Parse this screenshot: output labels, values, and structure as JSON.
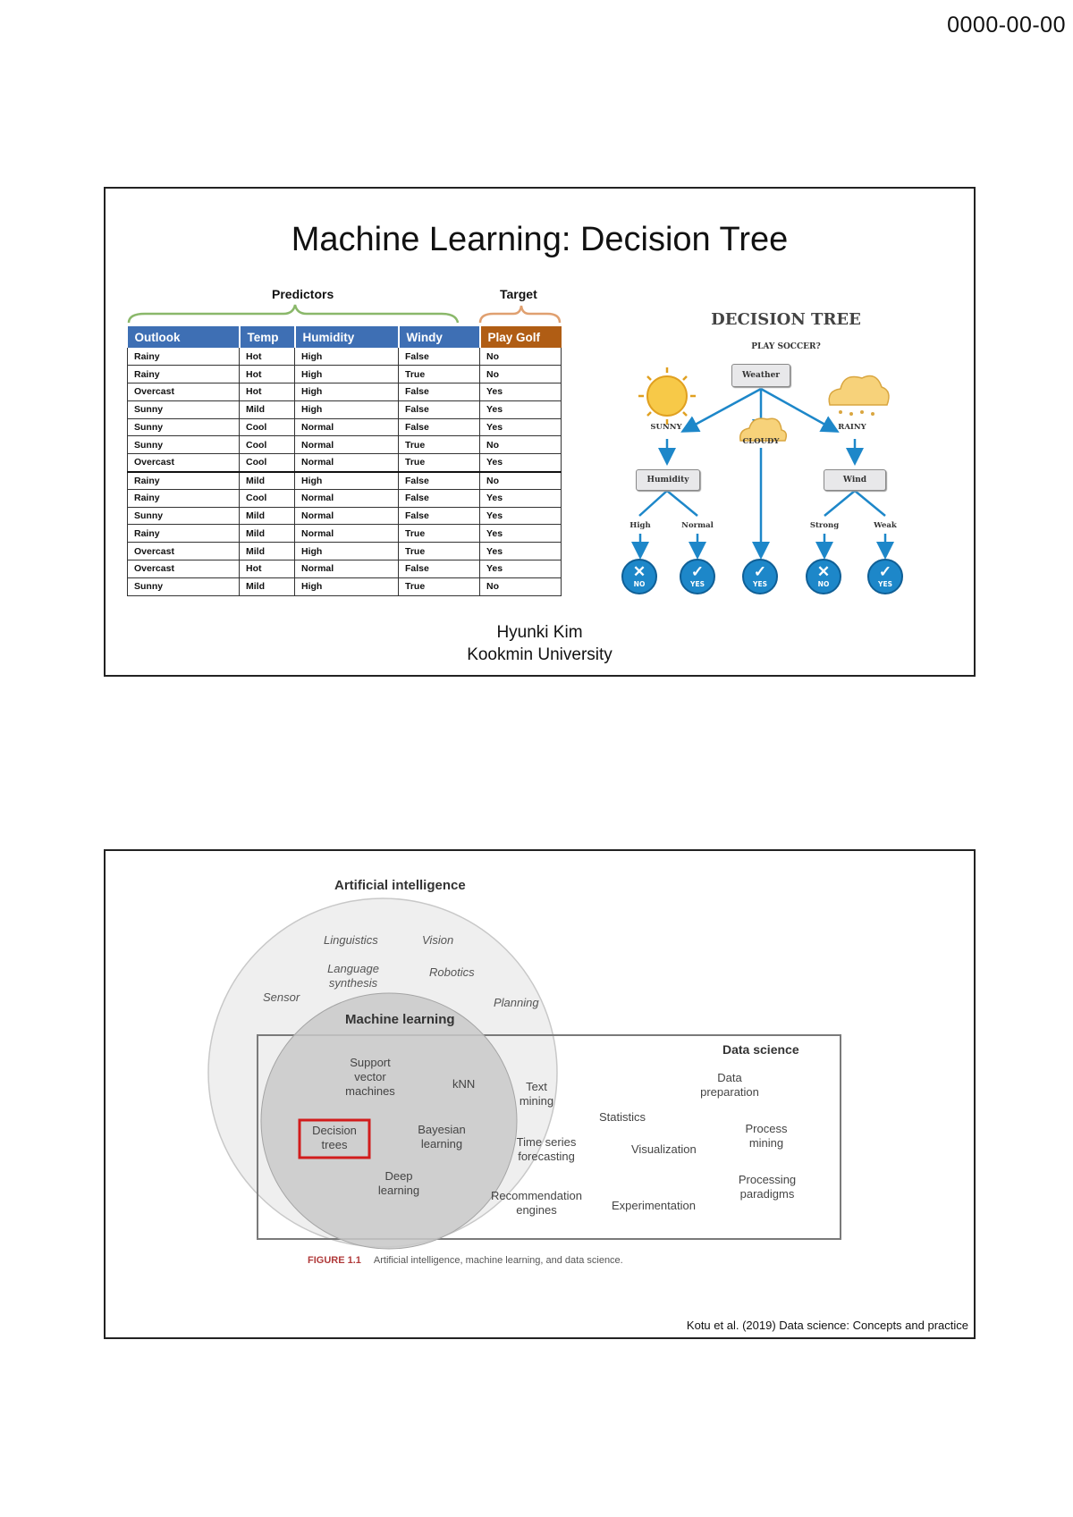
{
  "header": {
    "date": "0000-00-00"
  },
  "slide1": {
    "title": "Machine Learning: Decision Tree",
    "table": {
      "predictors_label": "Predictors",
      "target_label": "Target",
      "columns": [
        "Outlook",
        "Temp",
        "Humidity",
        "Windy",
        "Play Golf"
      ],
      "rows": [
        [
          "Rainy",
          "Hot",
          "High",
          "False",
          "No"
        ],
        [
          "Rainy",
          "Hot",
          "High",
          "True",
          "No"
        ],
        [
          "Overcast",
          "Hot",
          "High",
          "False",
          "Yes"
        ],
        [
          "Sunny",
          "Mild",
          "High",
          "False",
          "Yes"
        ],
        [
          "Sunny",
          "Cool",
          "Normal",
          "False",
          "Yes"
        ],
        [
          "Sunny",
          "Cool",
          "Normal",
          "True",
          "No"
        ],
        [
          "Overcast",
          "Cool",
          "Normal",
          "True",
          "Yes"
        ],
        [
          "Rainy",
          "Mild",
          "High",
          "False",
          "No"
        ],
        [
          "Rainy",
          "Cool",
          "Normal",
          "False",
          "Yes"
        ],
        [
          "Sunny",
          "Mild",
          "Normal",
          "False",
          "Yes"
        ],
        [
          "Rainy",
          "Mild",
          "Normal",
          "True",
          "Yes"
        ],
        [
          "Overcast",
          "Mild",
          "High",
          "True",
          "Yes"
        ],
        [
          "Overcast",
          "Hot",
          "Normal",
          "False",
          "Yes"
        ],
        [
          "Sunny",
          "Mild",
          "High",
          "True",
          "No"
        ]
      ]
    },
    "tree": {
      "title": "DECISION TREE",
      "question": "PLAY SOCCER?",
      "root": "Weather",
      "branches": [
        "SUNNY",
        "CLOUDY",
        "RAINY"
      ],
      "left_node": "Humidity",
      "right_node": "Wind",
      "left_values": [
        "High",
        "Normal"
      ],
      "right_values": [
        "Strong",
        "Weak"
      ],
      "leaves": [
        "NO",
        "YES",
        "YES",
        "NO",
        "YES"
      ]
    },
    "author": "Hyunki Kim",
    "affiliation": "Kookmin University"
  },
  "slide2": {
    "ai_label": "Artificial intelligence",
    "ai_topics": [
      "Linguistics",
      "Vision",
      "Language synthesis",
      "Robotics",
      "Sensor",
      "Planning"
    ],
    "ml_label": "Machine learning",
    "ml_topics": [
      "Support vector machines",
      "kNN",
      "Decision trees",
      "Bayesian learning",
      "Deep learning"
    ],
    "overlap_topics": [
      "Text mining",
      "Time series forecasting",
      "Recommendation engines"
    ],
    "ds_label": "Data science",
    "ds_topics": [
      "Data preparation",
      "Statistics",
      "Process mining",
      "Visualization",
      "Processing paradigms",
      "Experimentation"
    ],
    "figure_num": "FIGURE 1.1",
    "figure_caption": "Artificial intelligence, machine learning, and data science.",
    "reference": "Kotu et al. (2019) Data science: Concepts and practice"
  }
}
